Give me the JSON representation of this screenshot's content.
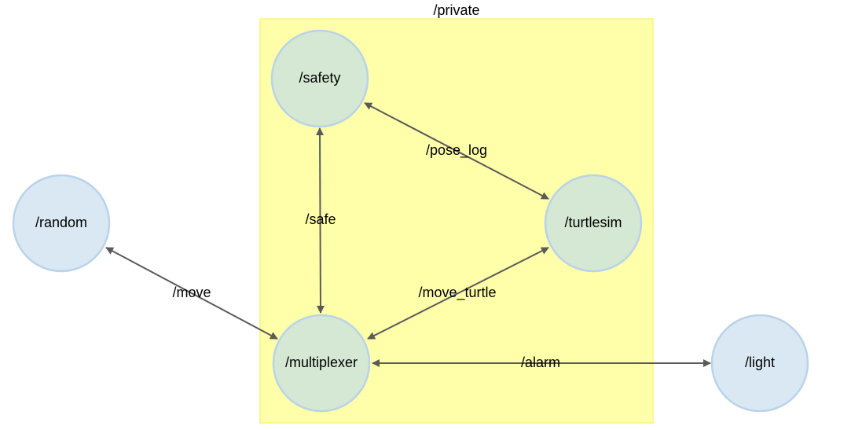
{
  "group": {
    "label": "/private",
    "fill": "#ffffaa",
    "stroke": "#fff27a"
  },
  "colors": {
    "inner_node_fill": "#d5e8d4",
    "outer_node_fill": "#dae8f4",
    "node_stroke": "#b9d3e8",
    "edge": "#5a5a5a"
  },
  "nodes": {
    "safety": "/safety",
    "turtlesim": "/turtlesim",
    "multiplexer": "/multiplexer",
    "random": "/random",
    "light": "/light"
  },
  "edges": {
    "pose_log": "/pose_log",
    "safe": "/safe",
    "move_turtle": "/move_turtle",
    "move": "/move",
    "alarm": "/alarm"
  }
}
